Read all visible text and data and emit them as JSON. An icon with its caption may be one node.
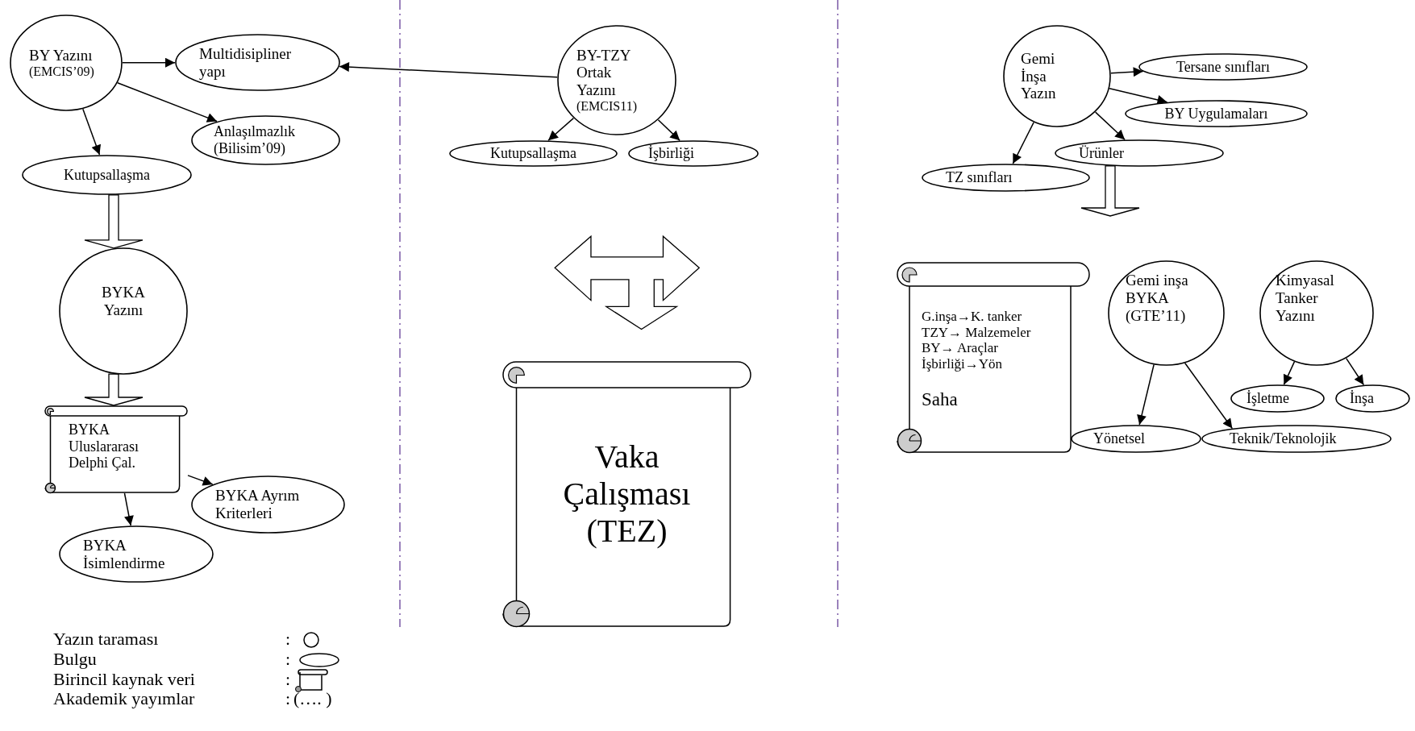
{
  "diagram": {
    "nodes": [
      {
        "text": [
          "BY Yazını",
          "(EMCIS’09)"
        ]
      },
      {
        "text": [
          "Multidisipliner yapı"
        ]
      },
      {
        "text": [
          "Anlaşılmazlık (Bilisim’09)"
        ]
      },
      {
        "text": [
          "Kutupsallaşma"
        ]
      },
      {
        "text": [
          "BYKA Yazını"
        ]
      },
      {
        "text": [
          "BYKA Uluslararası Delphi Çal."
        ]
      },
      {
        "text": [
          "BYKA Ayrım Kriterleri"
        ]
      },
      {
        "text": [
          "BYKA İsimlendirme"
        ]
      },
      {
        "text": [
          "BY-TZY Ortak Yazını",
          "(EMCIS11)"
        ]
      },
      {
        "text": [
          "Kutupsallaşma"
        ]
      },
      {
        "text": [
          "İşbirliği"
        ]
      },
      {
        "text": [
          "Vaka Çalışması (TEZ)"
        ]
      },
      {
        "text": [
          "Gemi İnşa Yazın"
        ]
      },
      {
        "text": [
          "Tersane sınıfları"
        ]
      },
      {
        "text": [
          "BY Uygulamaları"
        ]
      },
      {
        "text": [
          "Ürünler"
        ]
      },
      {
        "text": [
          "TZ sınıfları"
        ]
      },
      {
        "text": [
          "G.inşa→K. tanker",
          "TZY→ Malzemeler",
          "BY→ Araçlar",
          "İşbirliği→Yön",
          "Saha"
        ]
      },
      {
        "text": [
          "Gemi inşa BYKA (GTE’11)"
        ]
      },
      {
        "text": [
          "Kimyasal Tanker Yazını"
        ]
      },
      {
        "text": [
          "İşletme"
        ]
      },
      {
        "text": [
          "İnşa"
        ]
      },
      {
        "text": [
          "Yönetsel"
        ]
      },
      {
        "text": [
          "Teknik/Teknolojik"
        ]
      }
    ],
    "edges": [
      {
        "from": 0,
        "to": 1,
        "arrow": "to"
      },
      {
        "from": 0,
        "to": 2,
        "arrow": "to"
      },
      {
        "from": 0,
        "to": 3,
        "arrow": "to"
      },
      {
        "from": 8,
        "to": 1,
        "arrow": "to"
      },
      {
        "from": 8,
        "to": 9,
        "arrow": "to"
      },
      {
        "from": 8,
        "to": 10,
        "arrow": "to"
      },
      {
        "from": 3,
        "to": 4,
        "arrow": "to",
        "style": "thick"
      },
      {
        "from": 4,
        "to": 5,
        "arrow": "to",
        "style": "thick"
      },
      {
        "from": 5,
        "to": 7,
        "arrow": "to"
      },
      {
        "from": 5,
        "to": 6,
        "arrow": "to"
      },
      {
        "from": 12,
        "to": 13,
        "arrow": "to"
      },
      {
        "from": 12,
        "to": 14,
        "arrow": "to"
      },
      {
        "from": 12,
        "to": 15,
        "arrow": "to"
      },
      {
        "from": 12,
        "to": 16,
        "arrow": "to"
      },
      {
        "from": 15,
        "to": null,
        "arrow": "to",
        "style": "thick"
      },
      {
        "from": 18,
        "to": 22,
        "arrow": "to"
      },
      {
        "from": 18,
        "to": 23,
        "arrow": "to"
      },
      {
        "from": 19,
        "to": 20,
        "arrow": "to"
      },
      {
        "from": 19,
        "to": 21,
        "arrow": "to"
      }
    ],
    "labels": [
      ":",
      ":",
      ":",
      ":",
      "(…. )"
    ],
    "legend": [
      {
        "text": "Yazın taraması"
      },
      {
        "text": "Bulgu"
      },
      {
        "text": "Birincil kaynak veri"
      },
      {
        "text": "Akademik yayımlar"
      }
    ]
  }
}
